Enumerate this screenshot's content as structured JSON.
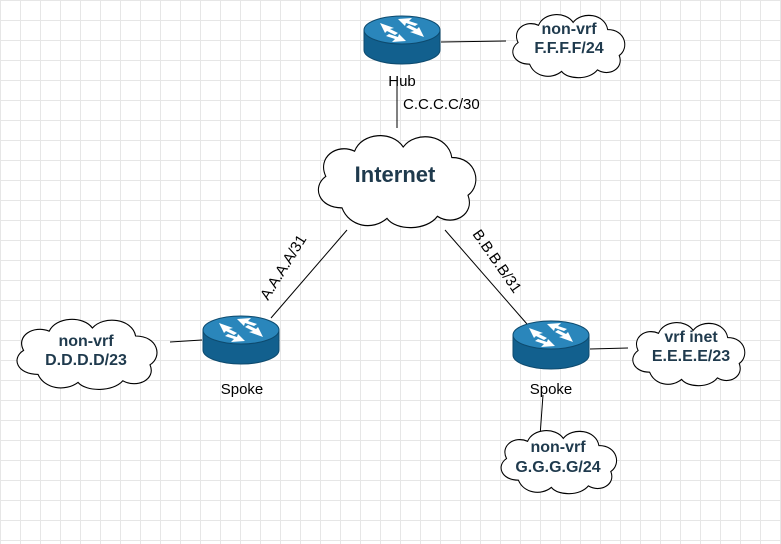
{
  "diagram": {
    "internet": {
      "label": "Internet"
    },
    "hub": {
      "label": "Hub",
      "link_label": "C.C.C.C/30",
      "lan": {
        "line1": "non-vrf",
        "line2": "F.F.F.F/24"
      }
    },
    "spoke_left": {
      "label": "Spoke",
      "link_label": "A.A.A.A/31",
      "lan": {
        "line1": "non-vrf",
        "line2": "D.D.D.D/23"
      }
    },
    "spoke_right": {
      "label": "Spoke",
      "link_label": "B.B.B.B/31",
      "lan_right": {
        "line1": "vrf inet",
        "line2": "E.E.E.E/23"
      },
      "lan_bottom": {
        "line1": "non-vrf",
        "line2": "G.G.G.G/24"
      }
    }
  },
  "colors": {
    "router_fill": "#1a6fa0",
    "router_dark": "#0f4f76",
    "router_top": "#3d97c9",
    "cloud_stroke": "#000000",
    "text_dark": "#1f3a4d"
  },
  "icons": {
    "router": "router-icon",
    "cloud": "cloud-icon"
  }
}
